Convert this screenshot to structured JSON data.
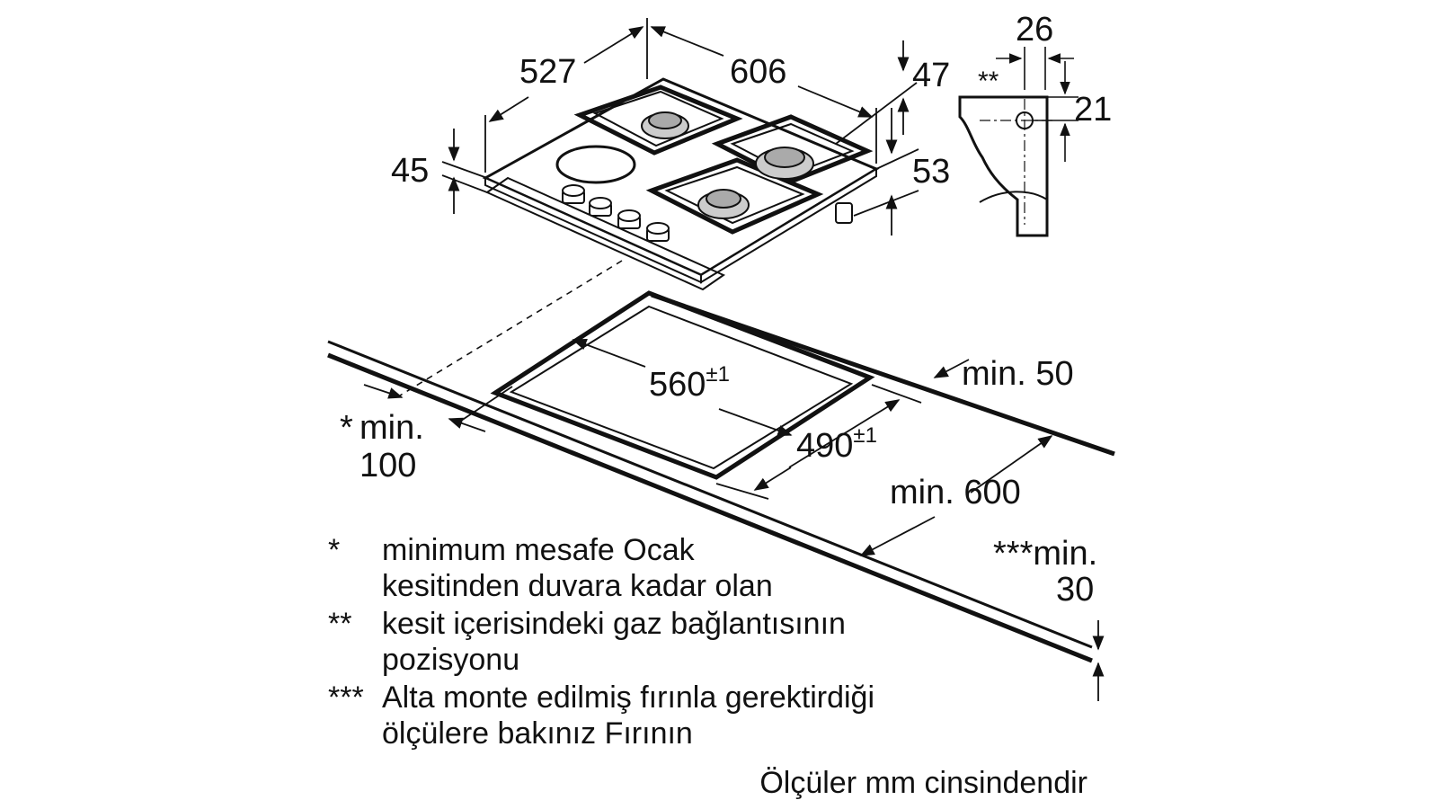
{
  "dimensions": {
    "hob_depth": "527",
    "hob_width": "606",
    "hob_height": "45",
    "top_offset": "47",
    "side_height": "53",
    "bracket_width": "26",
    "bracket_height": "21",
    "gas_marker": "**",
    "cutout_width_value": "560",
    "cutout_width_tol": "±1",
    "cutout_depth_value": "490",
    "cutout_depth_tol": "±1",
    "rear_clearance": "min. 50",
    "front_clearance_star": "*",
    "front_clearance_label": "min.",
    "front_clearance_value": "100",
    "worktop_depth": "min. 600",
    "below_clearance_label": "***min.",
    "below_clearance_value": "30"
  },
  "notes": [
    {
      "mark": "*",
      "lines": [
        "minimum mesafe Ocak",
        "kesitinden duvara kadar olan"
      ]
    },
    {
      "mark": "**",
      "lines": [
        "kesit içerisindeki gaz bağlantısının",
        "pozisyonu"
      ]
    },
    {
      "mark": "***",
      "lines": [
        "Alta monte edilmiş fırınla gerektirdiği",
        "ölçülere bakınız Fırının"
      ]
    }
  ],
  "units_note": "Ölçüler mm cinsindendir"
}
